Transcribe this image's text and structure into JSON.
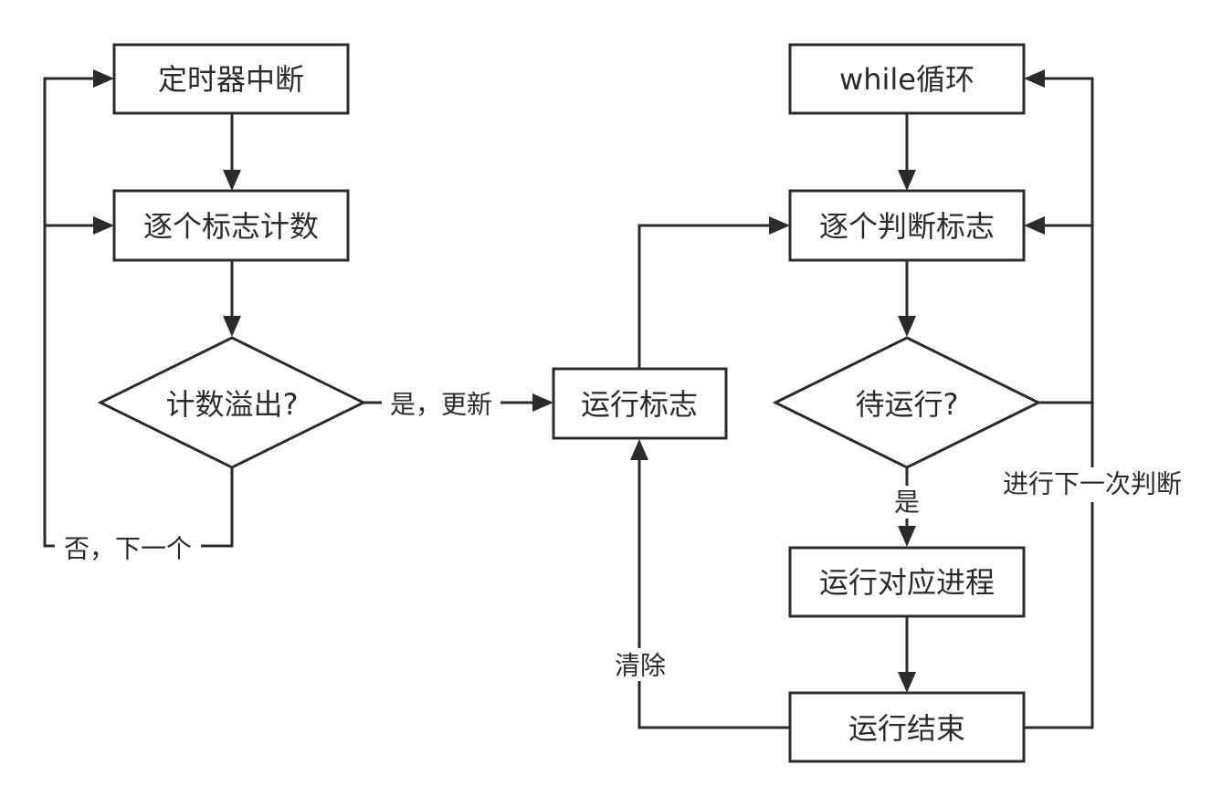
{
  "nodes": {
    "timer_interrupt": "定时器中断",
    "count_each_flag": "逐个标志计数",
    "count_overflow": "计数溢出?",
    "run_flag": "运行标志",
    "while_loop": "while循环",
    "check_each_flag": "逐个判断标志",
    "pending_run": "待运行?",
    "run_process": "运行对应进程",
    "run_end": "运行结束"
  },
  "edge_labels": {
    "yes_update": "是，更新",
    "no_next": "否，下一个",
    "clear": "清除",
    "yes": "是",
    "next_check": "进行下一次判断"
  }
}
